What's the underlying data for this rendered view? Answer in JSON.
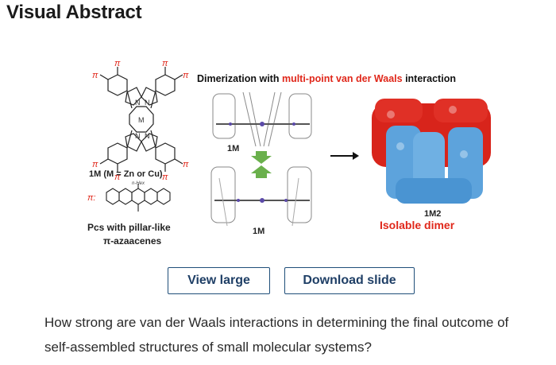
{
  "header": {
    "title": "Visual Abstract"
  },
  "figure": {
    "pi_symbol": "π",
    "pi_prefix_label": "π:",
    "monomer_formula": "1M (M = Zn or Cu)",
    "hex_label": "n-Hex",
    "caption_line1": "Pcs with pillar-like",
    "caption_line2": "π-azaacenes",
    "dimerization_prefix": "Dimerization with ",
    "dimerization_highlight": "multi-point van der Waals",
    "dimerization_suffix": " interaction",
    "monomer_label_top": "1M",
    "monomer_label_bottom": "1M",
    "dimer_label": "1M2",
    "dimer_caption": "Isolable dimer",
    "highlight_color": "#e0271a",
    "red_sphere_color": "#d8241b",
    "blue_sphere_color": "#5da3dc",
    "arrow_green": "#6ab04c"
  },
  "actions": {
    "view_large_label": "View large",
    "download_slide_label": "Download slide"
  },
  "description": {
    "text": "How strong are van der Waals interactions in determining the final outcome of self-assembled structures of small molecular systems?"
  }
}
